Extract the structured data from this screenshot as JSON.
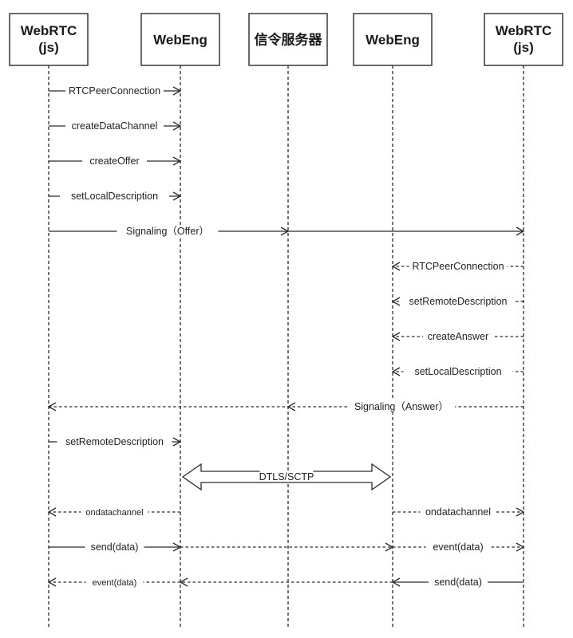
{
  "diagram": {
    "type": "sequence",
    "actors": [
      {
        "id": "a1",
        "lines": [
          "WebRTC",
          "(js)"
        ]
      },
      {
        "id": "a2",
        "lines": [
          "WebEng"
        ]
      },
      {
        "id": "a3",
        "lines": [
          "信令服务器"
        ]
      },
      {
        "id": "a4",
        "lines": [
          "WebEng"
        ]
      },
      {
        "id": "a5",
        "lines": [
          "WebRTC",
          "(js)"
        ]
      }
    ],
    "messages": [
      {
        "from": 0,
        "to": 1,
        "label": "RTCPeerConnection",
        "style": "solid"
      },
      {
        "from": 0,
        "to": 1,
        "label": "createDataChannel",
        "style": "solid"
      },
      {
        "from": 0,
        "to": 1,
        "label": "createOffer",
        "style": "solid"
      },
      {
        "from": 0,
        "to": 1,
        "label": "setLocalDescription",
        "style": "solid"
      },
      {
        "from": 0,
        "to": 2,
        "label": "Signaling（Offer）",
        "style": "solid",
        "continue_to": 4
      },
      {
        "from": 4,
        "to": 3,
        "label": "RTCPeerConnection",
        "style": "dashed"
      },
      {
        "from": 4,
        "to": 3,
        "label": "setRemoteDescription",
        "style": "dashed"
      },
      {
        "from": 4,
        "to": 3,
        "label": "createAnswer",
        "style": "dashed"
      },
      {
        "from": 4,
        "to": 3,
        "label": "setLocalDescription",
        "style": "dashed"
      },
      {
        "from": 4,
        "to": 2,
        "label": "Signaling（Answer）",
        "style": "dashed",
        "continue_to": 0
      },
      {
        "from": 0,
        "to": 1,
        "label": "setRemoteDescription",
        "style": "solid"
      },
      {
        "from": 1,
        "to": 3,
        "label": "DTLS/SCTP",
        "style": "block-double-arrow"
      },
      {
        "from": 1,
        "to": 0,
        "label": "ondatachannel",
        "style": "dashed"
      },
      {
        "from": 3,
        "to": 4,
        "label": "ondatachannel",
        "style": "dashed"
      },
      {
        "from": 0,
        "to": 1,
        "label": "send(data)",
        "style": "solid"
      },
      {
        "from": 1,
        "to": 3,
        "label": "",
        "style": "dashed"
      },
      {
        "from": 3,
        "to": 4,
        "label": "event(data)",
        "style": "dashed"
      },
      {
        "from": 4,
        "to": 3,
        "label": "send(data)",
        "style": "solid"
      },
      {
        "from": 3,
        "to": 1,
        "label": "",
        "style": "dashed"
      },
      {
        "from": 1,
        "to": 0,
        "label": "event(data)",
        "style": "dashed"
      }
    ]
  },
  "colors": {
    "line": "#2b2b2b",
    "box_border": "#2b2b2b",
    "background": "#ffffff"
  }
}
